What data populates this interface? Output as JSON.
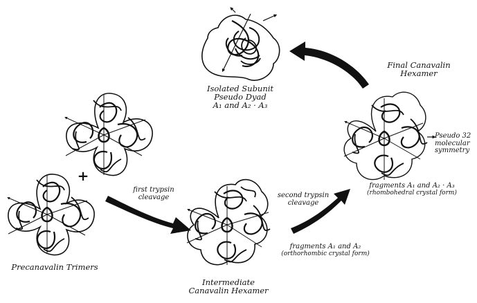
{
  "diagram": {
    "final_title": [
      "Final Canavalin",
      "Hexamer"
    ],
    "subunit_title": [
      "Isolated Subunit",
      "Pseudo Dyad",
      "A₁ and A₂ · A₃"
    ],
    "pseudo_symmetry": [
      "Pseudo 32",
      "molecular",
      "symmetry"
    ],
    "fragments_rhombo": [
      "fragments A₁ and A₂ · A₃",
      "(rhombohedral crystal form)"
    ],
    "second_trypsin": [
      "second trypsin",
      "cleavage"
    ],
    "first_trypsin": [
      "first trypsin",
      "cleavage"
    ],
    "fragments_ortho": [
      "fragments  A₁ and A₂",
      "(orthorhombic crystal form)"
    ],
    "precanavalin": "Precanavalin Trimers",
    "intermediate": [
      "Intermediate",
      "Canavalin Hexamer"
    ],
    "plus_sign": "+"
  },
  "colors": {
    "ink": "#111111",
    "paper": "#ffffff"
  }
}
